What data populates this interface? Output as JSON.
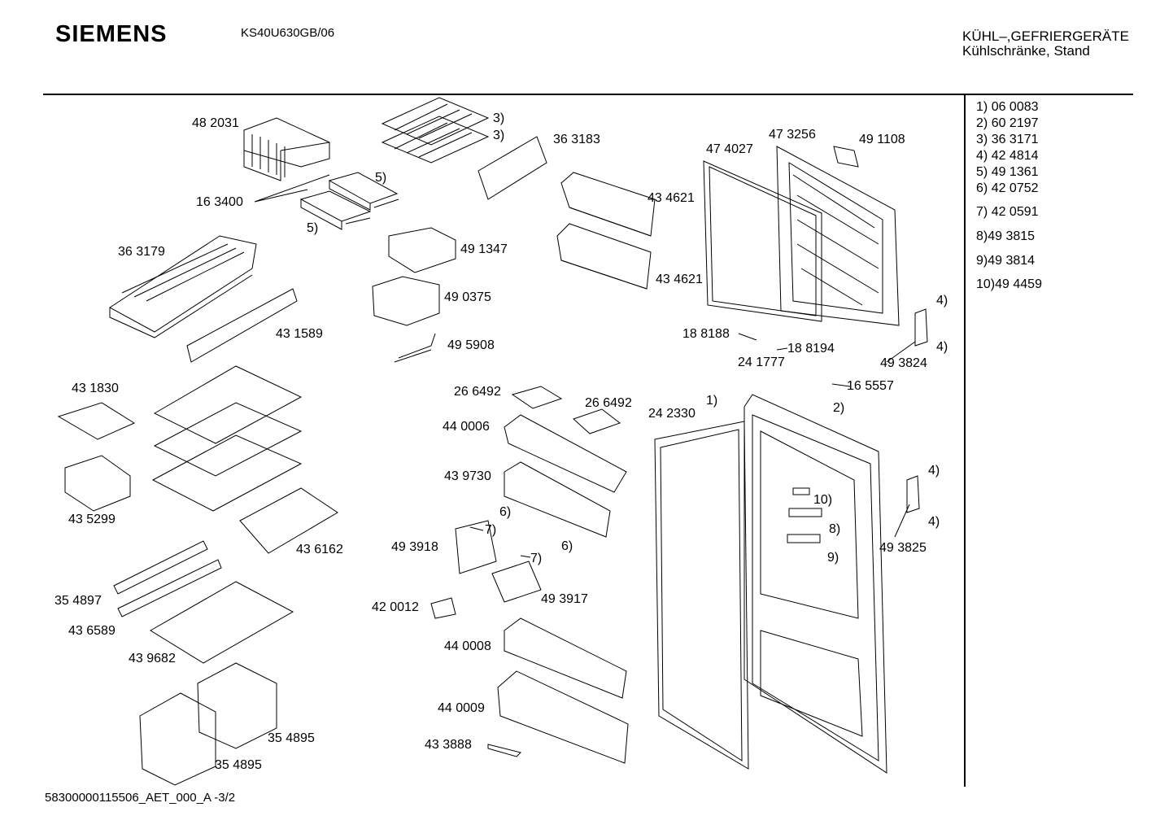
{
  "header": {
    "brand": "SIEMENS",
    "model": "KS40U630GB/06",
    "category": "KÜHL–,GEFRIERGERÄTE",
    "subcategory": "Kühlschränke, Stand"
  },
  "legend": [
    {
      "key": "1)",
      "value": "06 0083"
    },
    {
      "key": "2)",
      "value": "60 2197"
    },
    {
      "key": "3)",
      "value": "36 3171"
    },
    {
      "key": "4)",
      "value": "42 4814"
    },
    {
      "key": "5)",
      "value": "49 1361"
    },
    {
      "key": "6)",
      "value": "42 0752"
    },
    {
      "key": "7)",
      "value": "42 0591"
    },
    {
      "key": "8)",
      "value": "49 3815"
    },
    {
      "key": "9)",
      "value": "49 3814"
    },
    {
      "key": "10)",
      "value": "49 4459"
    }
  ],
  "parts": [
    "48 2031",
    "16 3400",
    "5)",
    "5)",
    "3)",
    "3)",
    "36 3183",
    "47 3256",
    "49 1108",
    "47 4027",
    "43 4621",
    "43 4621",
    "36 3179",
    "49 1347",
    "49 0375",
    "43 1589",
    "49 5908",
    "18 8188",
    "18 8194",
    "4)",
    "4)",
    "49 3824",
    "24 1777",
    "16 5557",
    "2)",
    "1)",
    "43 1830",
    "26 6492",
    "26 6492",
    "44 0006",
    "24 2330",
    "43 9730",
    "6)",
    "6)",
    "10)",
    "8)",
    "9)",
    "4)",
    "4)",
    "49 3825",
    "43 5299",
    "43 6162",
    "49 3918",
    "7)",
    "7)",
    "49 3917",
    "35 4897",
    "42 0012",
    "43 6589",
    "44 0008",
    "43 9682",
    "44 0009",
    "35 4895",
    "43 3888",
    "35 4895"
  ],
  "footer": "58300000115506_AET_000_A   -3/2"
}
